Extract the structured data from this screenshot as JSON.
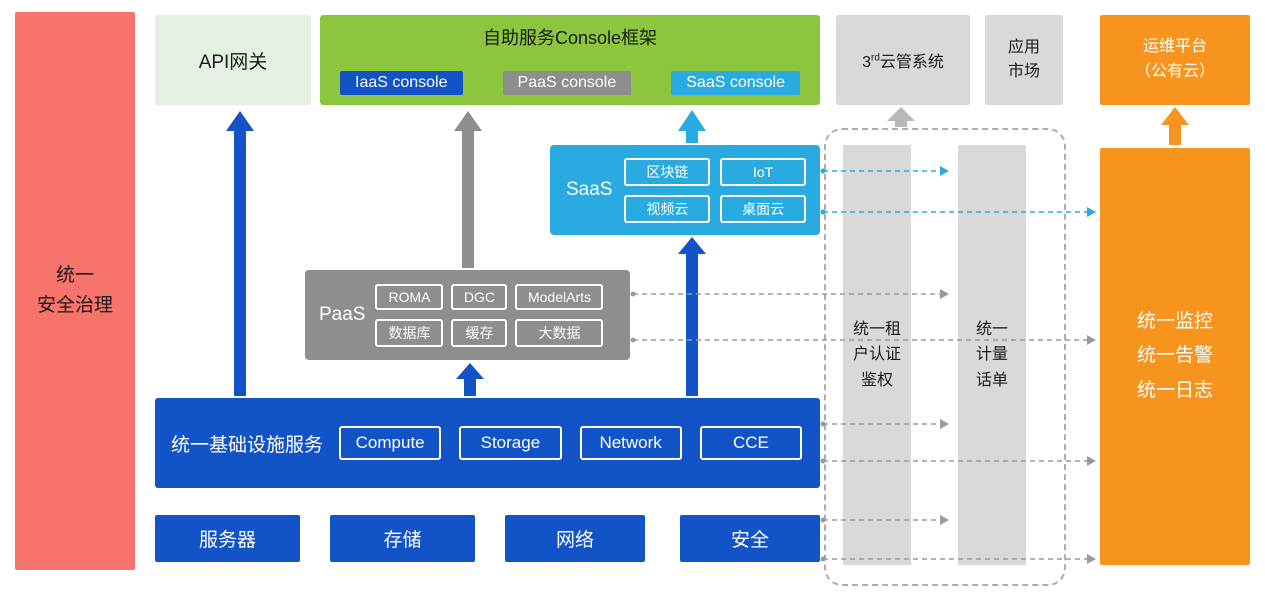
{
  "colors": {
    "red": "#F8736C",
    "light_green": "#E4F1E2",
    "green": "#8CC63E",
    "blue": "#1353C8",
    "gray": "#8E8E8E",
    "light_gray": "#D9D9D9",
    "cyan": "#29ABE2",
    "orange": "#F7941D"
  },
  "security_bar": {
    "label": "统一\n安全治理"
  },
  "api_gateway": {
    "label": "API网关"
  },
  "console_frame": {
    "title": "自助服务Console框架",
    "buttons": [
      {
        "label": "IaaS console"
      },
      {
        "label": "PaaS console"
      },
      {
        "label": "SaaS console"
      }
    ]
  },
  "third_party_cloud": {
    "base": "3",
    "sup": "rd",
    "rest": "云管系统"
  },
  "app_market": {
    "label": "应用\n市场"
  },
  "om_platform": {
    "label": "运维平台\n（公有云）"
  },
  "saas": {
    "label": "SaaS",
    "chips": [
      "区块链",
      "IoT",
      "视频云",
      "桌面云"
    ]
  },
  "paas": {
    "label": "PaaS",
    "chips": [
      "ROMA",
      "DGC",
      "ModelArts",
      "数据库",
      "缓存",
      "大数据"
    ]
  },
  "iaas": {
    "label": "统一基础设施服务",
    "chips": [
      "Compute",
      "Storage",
      "Network",
      "CCE"
    ]
  },
  "infrastructure": {
    "items": [
      "服务器",
      "存储",
      "网络",
      "安全"
    ]
  },
  "auth_bar": {
    "label": "统一租\n户认证\n鉴权"
  },
  "metering_bar": {
    "label": "统一\n计量\n话单"
  },
  "monitoring": {
    "label": "统一监控\n统一告警\n统一日志"
  }
}
